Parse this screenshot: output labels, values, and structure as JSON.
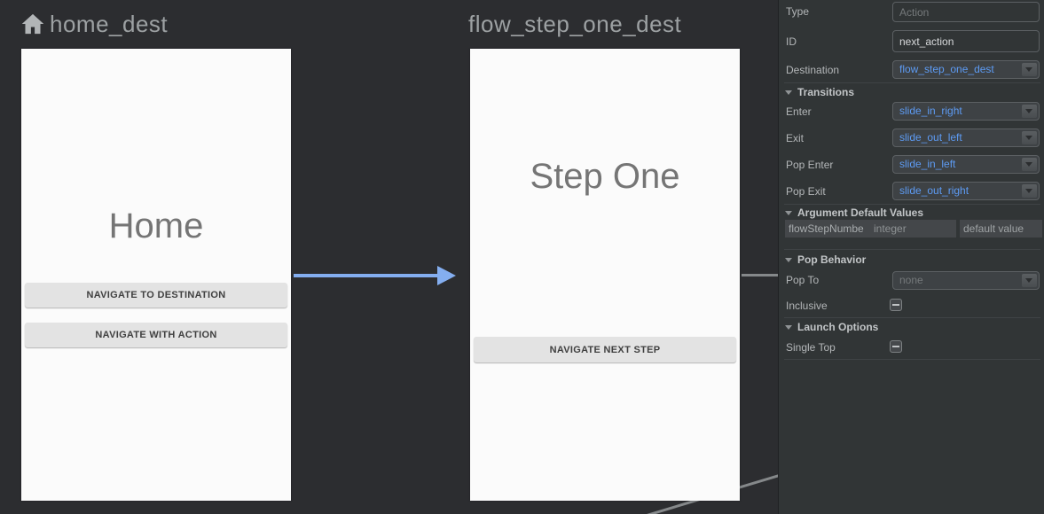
{
  "canvas": {
    "destinations": [
      {
        "title": "home_dest",
        "screen_label": "Home",
        "buttons": [
          "NAVIGATE TO DESTINATION",
          "NAVIGATE WITH ACTION"
        ]
      },
      {
        "title": "flow_step_one_dest",
        "screen_label": "Step One",
        "buttons": [
          "NAVIGATE NEXT STEP"
        ]
      }
    ]
  },
  "panel": {
    "type": {
      "label": "Type",
      "placeholder": "Action"
    },
    "id": {
      "label": "ID",
      "value": "next_action"
    },
    "destination": {
      "label": "Destination",
      "value": "flow_step_one_dest"
    },
    "transitions": {
      "title": "Transitions",
      "rows": [
        {
          "label": "Enter",
          "value": "slide_in_right"
        },
        {
          "label": "Exit",
          "value": "slide_out_left"
        },
        {
          "label": "Pop Enter",
          "value": "slide_in_left"
        },
        {
          "label": "Pop Exit",
          "value": "slide_out_right"
        }
      ]
    },
    "arguments": {
      "title": "Argument Default Values",
      "row": {
        "name": "flowStepNumbe",
        "type": "integer",
        "default_placeholder": "default value"
      }
    },
    "pop_behavior": {
      "title": "Pop Behavior",
      "pop_to": {
        "label": "Pop To",
        "value": "none"
      },
      "inclusive_label": "Inclusive"
    },
    "launch_options": {
      "title": "Launch Options",
      "single_top_label": "Single Top"
    }
  },
  "icons": {
    "start_destination": "home-icon",
    "combo": "chevron-down-icon",
    "section": "triangle-down-icon",
    "checkbox_state": "indeterminate-dash-icon"
  },
  "colors": {
    "canvas_bg": "#2c2d30",
    "panel_bg": "#313536",
    "accent_blue": "#5d9bf3",
    "arrow_blue": "#84aef0",
    "connection_grey": "#85888a",
    "phone_bg": "#fbfbfb",
    "button_bg": "#e3e3e3"
  }
}
